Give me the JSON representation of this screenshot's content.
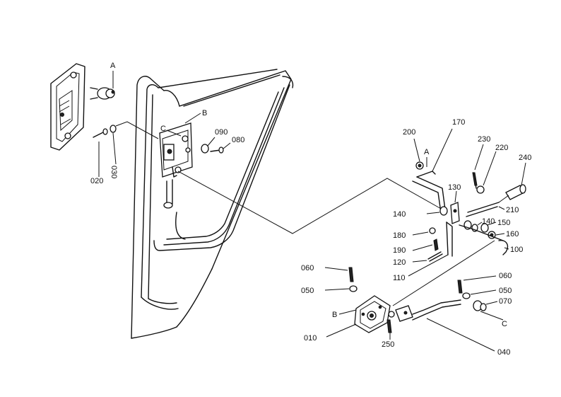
{
  "callouts": {
    "c010": "010",
    "c020": "020",
    "c030": "030",
    "c040": "040",
    "c050a": "050",
    "c050b": "050",
    "c060a": "060",
    "c060b": "060",
    "c070": "070",
    "c080": "080",
    "c090": "090",
    "c100": "100",
    "c110": "110",
    "c120": "120",
    "c130": "130",
    "c140a": "140",
    "c140b": "140",
    "c150": "150",
    "c160": "160",
    "c170": "170",
    "c180": "180",
    "c190": "190",
    "c200": "200",
    "c210": "210",
    "c220": "220",
    "c230": "230",
    "c240": "240",
    "c250": "250"
  },
  "refs": {
    "a_top": "A",
    "a_right": "A",
    "b_door": "B",
    "b_latch": "B",
    "c_door": "C",
    "c_rod": "C"
  }
}
